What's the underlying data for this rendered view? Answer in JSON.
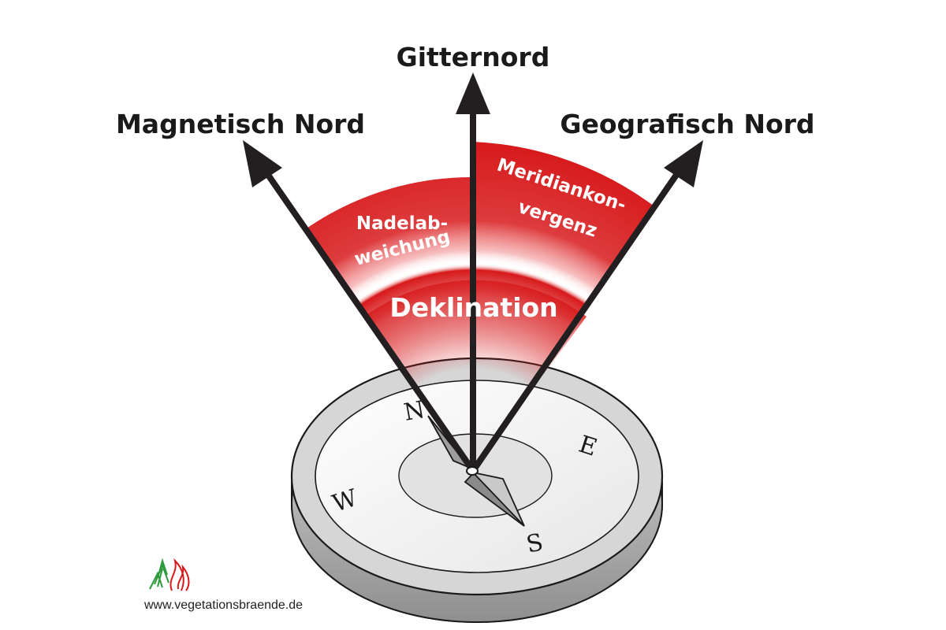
{
  "labels": {
    "grid_north": "Gitternord",
    "magnetic_north": "Magnetisch Nord",
    "geographic_north": "Geografisch Nord",
    "declination": "Deklination",
    "needle_deviation": [
      "Nadelab-",
      "weichung"
    ],
    "meridian_convergence": [
      "Meridiankon-",
      "vergenz"
    ]
  },
  "compass": {
    "north": "N",
    "east": "E",
    "south": "S",
    "west": "W"
  },
  "footer": {
    "url": "www.vegetationsbraende.de"
  },
  "colors": {
    "accent_red": "#d7191b",
    "arrow": "#231f20",
    "compass_rim": "#bdbdbd",
    "compass_face": "#f4f4f4"
  }
}
